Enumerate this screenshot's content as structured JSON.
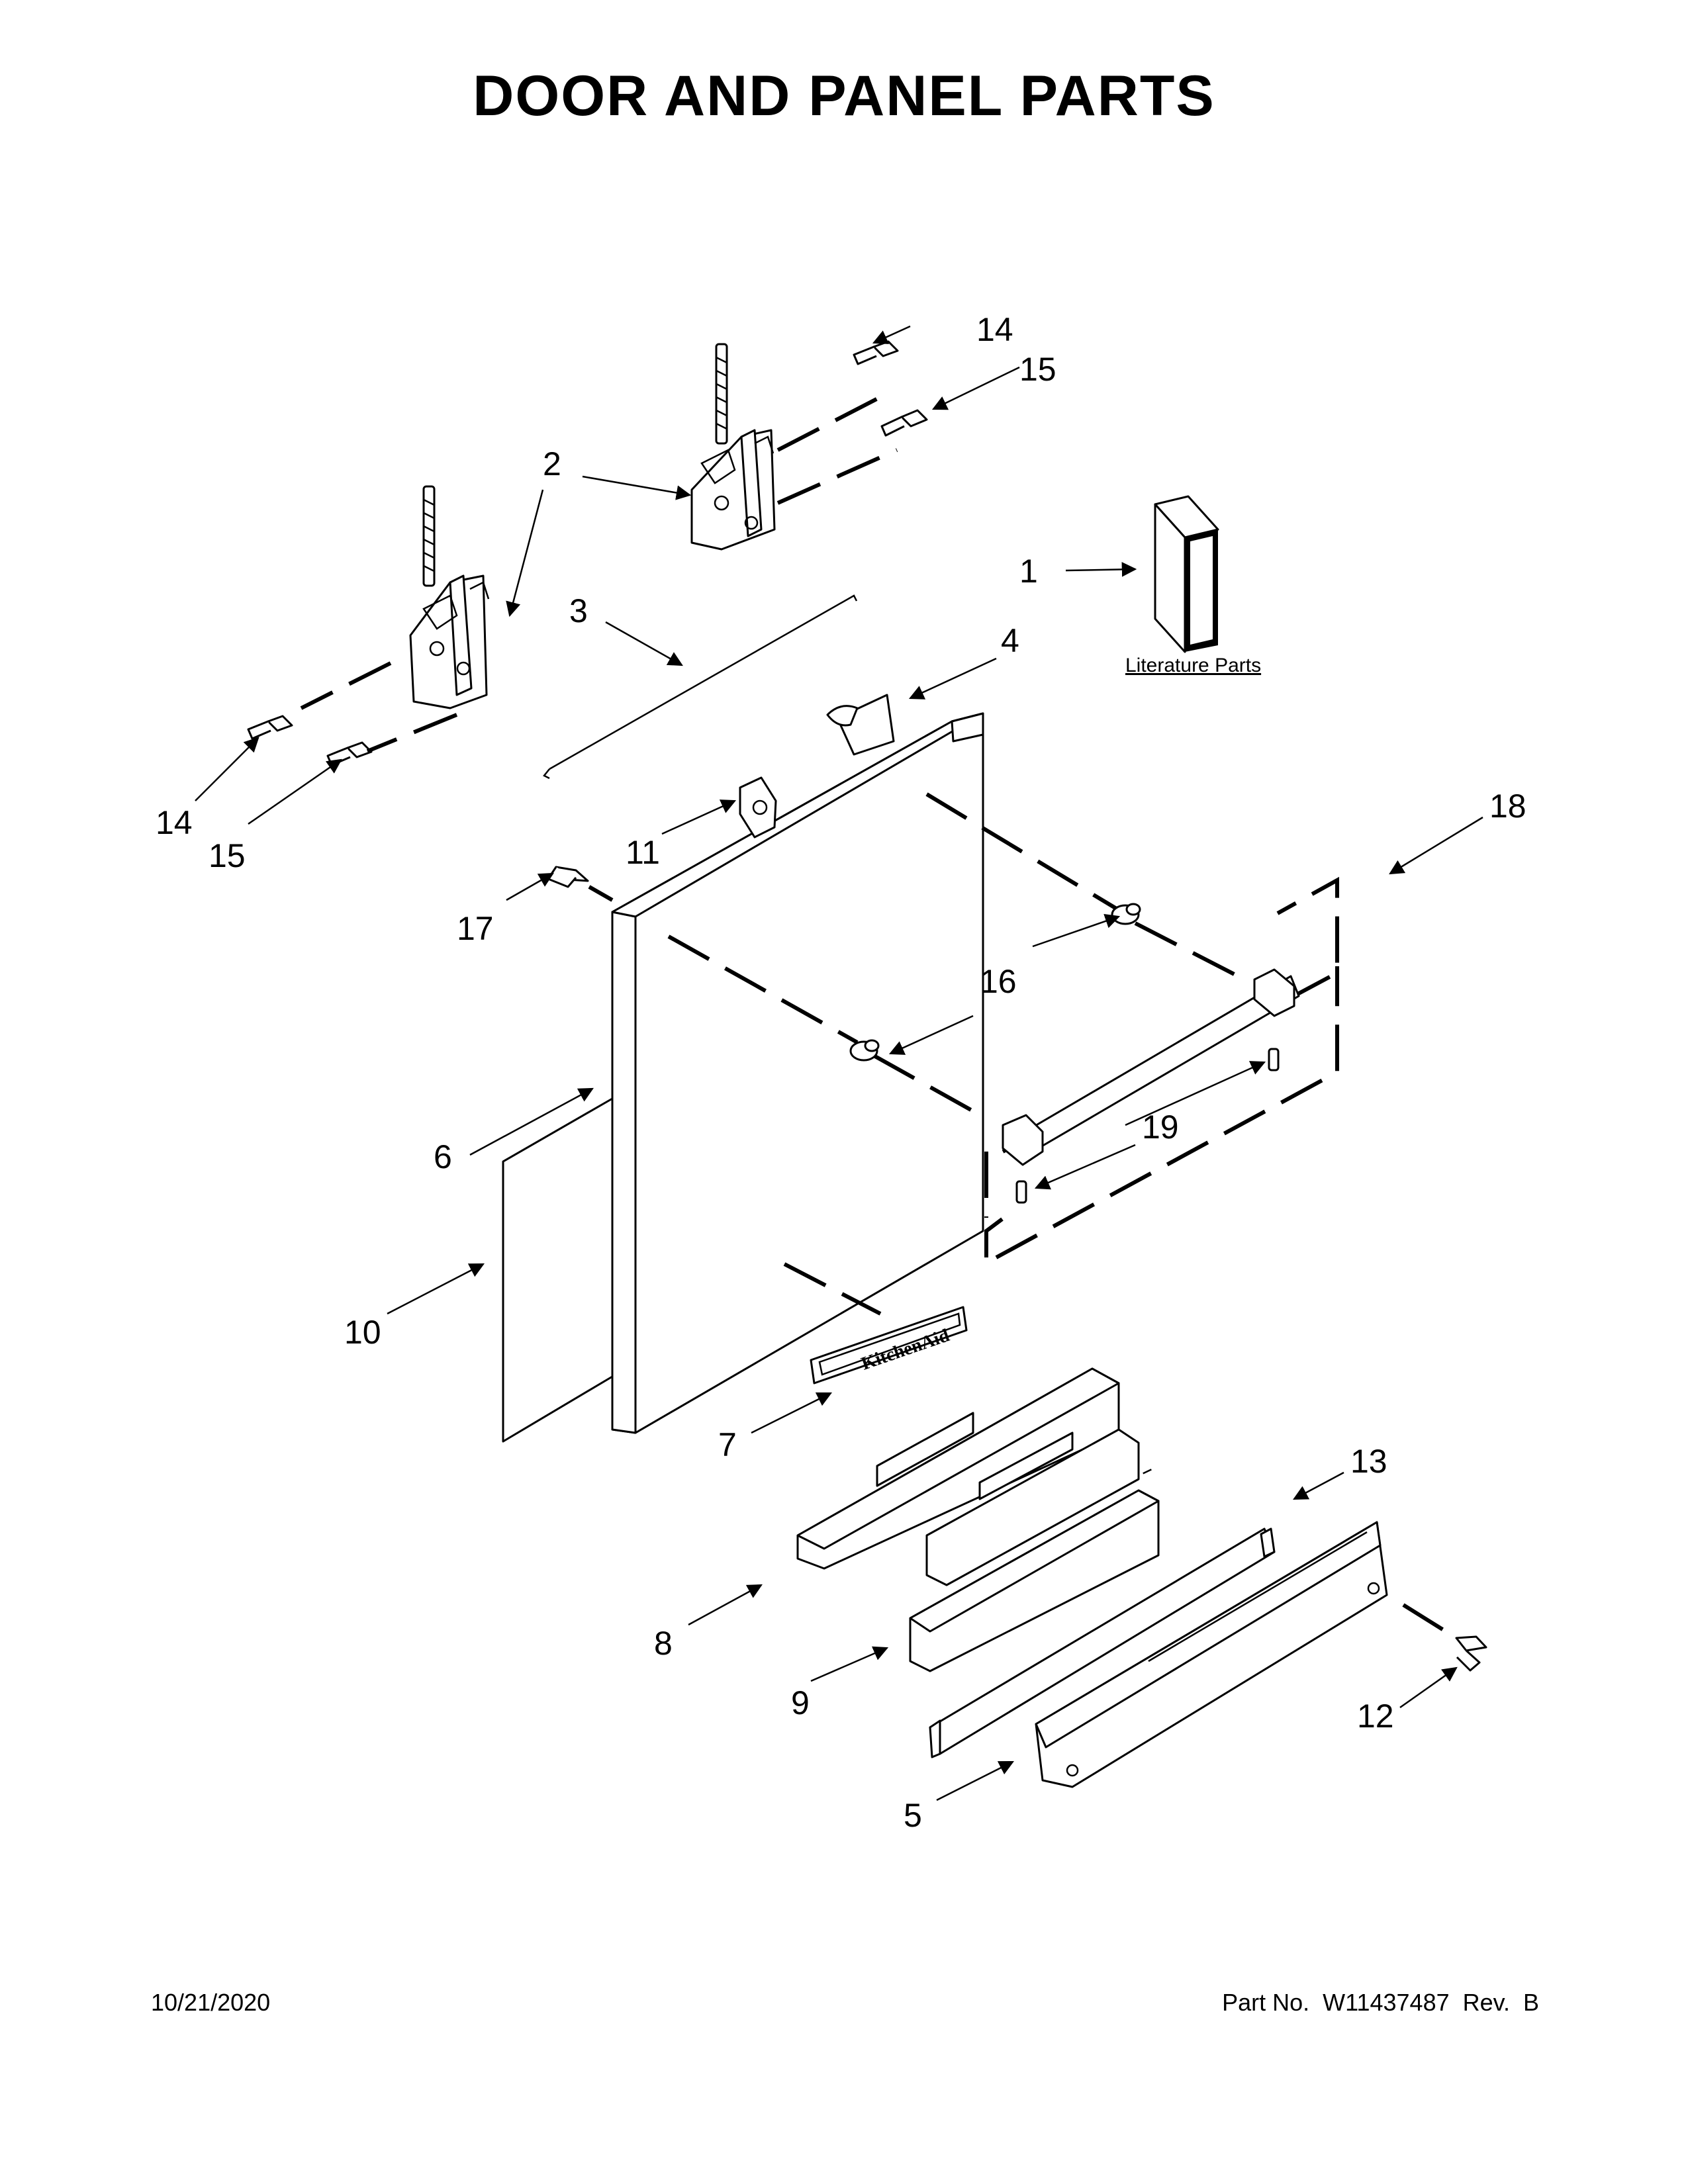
{
  "title": "DOOR AND PANEL PARTS",
  "footer": {
    "date": "10/21/2020",
    "part_number": "Part No.  W11437487  Rev.  B"
  },
  "literature_label": "Literature Parts",
  "brand_badge": "KitchenAid",
  "callouts": [
    {
      "id": "1",
      "label": "1"
    },
    {
      "id": "2",
      "label": "2"
    },
    {
      "id": "3",
      "label": "3"
    },
    {
      "id": "4",
      "label": "4"
    },
    {
      "id": "5",
      "label": "5"
    },
    {
      "id": "6",
      "label": "6"
    },
    {
      "id": "7",
      "label": "7"
    },
    {
      "id": "8",
      "label": "8"
    },
    {
      "id": "9",
      "label": "9"
    },
    {
      "id": "10",
      "label": "10"
    },
    {
      "id": "11",
      "label": "11"
    },
    {
      "id": "12",
      "label": "12"
    },
    {
      "id": "13",
      "label": "13"
    },
    {
      "id": "14a",
      "label": "14"
    },
    {
      "id": "14b",
      "label": "14"
    },
    {
      "id": "15a",
      "label": "15"
    },
    {
      "id": "15b",
      "label": "15"
    },
    {
      "id": "16",
      "label": "16"
    },
    {
      "id": "17",
      "label": "17"
    },
    {
      "id": "18",
      "label": "18"
    },
    {
      "id": "19",
      "label": "19"
    }
  ]
}
